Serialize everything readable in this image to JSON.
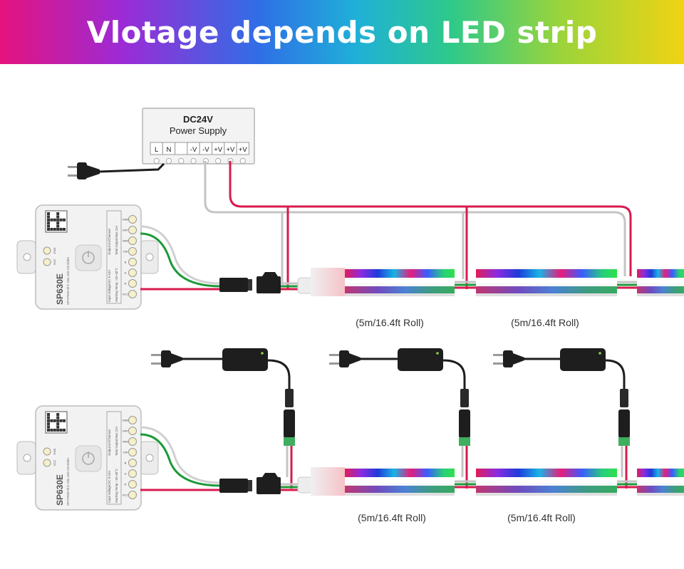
{
  "banner": {
    "title": "Vlotage depends on LED strip"
  },
  "power_supply": {
    "title": "DC24V",
    "subtitle": "Power Supply",
    "terminals": [
      "L",
      "N",
      "",
      "-V",
      "-V",
      "+V",
      "+V",
      "+V"
    ]
  },
  "controller": {
    "model": "SP630E",
    "description": "SPI+PWM All in One LED Controller",
    "pins_left": [
      "GND",
      "VCC"
    ],
    "pins_right": [
      "GND",
      "DAT",
      "WW",
      "CW",
      "B",
      "G",
      "R",
      "VCC"
    ],
    "spec_lines": [
      "Input Voltage:DC 5-24V",
      "Output:4A/Channel",
      "Working Temp.:-10~40°C",
      "Total Output:Max 12A"
    ]
  },
  "strip_labels": {
    "top": [
      "(5m/16.4ft Roll)",
      "(5m/16.4ft Roll)"
    ],
    "bottom": [
      "(5m/16.4ft Roll)",
      "(5m/16.4ft Roll)"
    ]
  },
  "colors": {
    "positive_wire": "#d81b4f",
    "negative_wire": "#c0c0c0",
    "data_wire": "#1c9a3a",
    "adapter": "#222222"
  }
}
